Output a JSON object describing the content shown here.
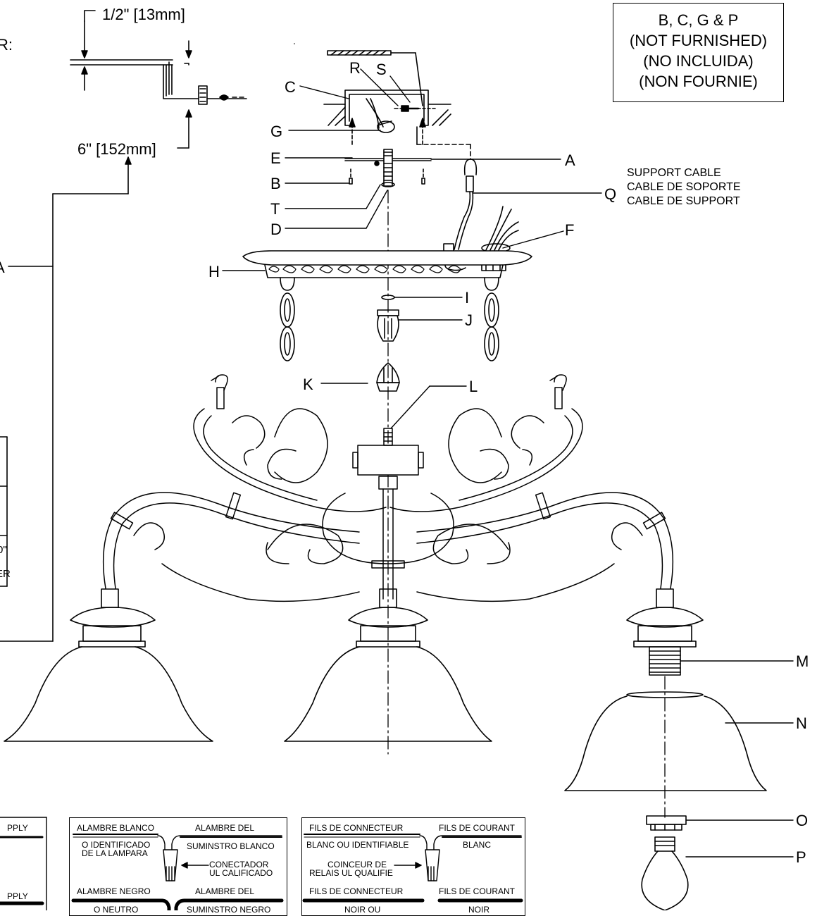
{
  "note_box": {
    "line1": "B, C, G & P",
    "line2": "(NOT FURNISHED)",
    "line3": "(NO INCLUIDA)",
    "line4": "(NON FOURNIE)"
  },
  "dimensions": {
    "top": "1/2\" [13mm]",
    "bottom": "6\" [152mm]",
    "cutoff_r": "R:"
  },
  "support_cable": {
    "en": "SUPPORT CABLE",
    "es": "CABLE DE SOPORTE",
    "fr": "CABLE DE SUPPORT"
  },
  "part_labels": {
    "A": "A",
    "B": "B",
    "C": "C",
    "D": "D",
    "E": "E",
    "F": "F",
    "G": "G",
    "H": "H",
    "I": "I",
    "J": "J",
    "K": "K",
    "L": "L",
    "M": "M",
    "N": "N",
    "O": "O",
    "P": "P",
    "Q": "Q",
    "R": "R",
    "S": "S",
    "T": "T"
  },
  "left_fragments": {
    "frag_a": "A",
    "frag_quote": "0\"",
    "frag_er": "ER"
  },
  "wiring_left": {
    "top": "PPLY",
    "bottom": "PPLY"
  },
  "wiring_es": {
    "white_fixture_1": "ALAMBRE BLANCO",
    "white_fixture_2": "O IDENTIFICADO",
    "white_fixture_3": "DE LA LAMPARA",
    "white_supply_1": "ALAMBRE DEL",
    "white_supply_2": "SUMINSTRO BLANCO",
    "connector_1": "CONECTADOR",
    "connector_2": "UL CALIFICADO",
    "black_fixture_1": "ALAMBRE NEGRO",
    "black_fixture_2": "O NEUTRO",
    "black_supply_1": "ALAMBRE DEL",
    "black_supply_2": "SUMINSTRO NEGRO"
  },
  "wiring_fr": {
    "white_fixture_1": "FILS DE CONNECTEUR",
    "white_fixture_2": "BLANC OU IDENTIFIABLE",
    "white_supply_1": "FILS DE COURANT",
    "white_supply_2": "BLANC",
    "connector_1": "COINCEUR DE",
    "connector_2": "RELAIS UL QUALIFIE",
    "black_fixture_1": "FILS DE CONNECTEUR",
    "black_fixture_2": "NOIR OU",
    "black_supply_1": "FILS DE COURANT",
    "black_supply_2": "NOIR"
  }
}
